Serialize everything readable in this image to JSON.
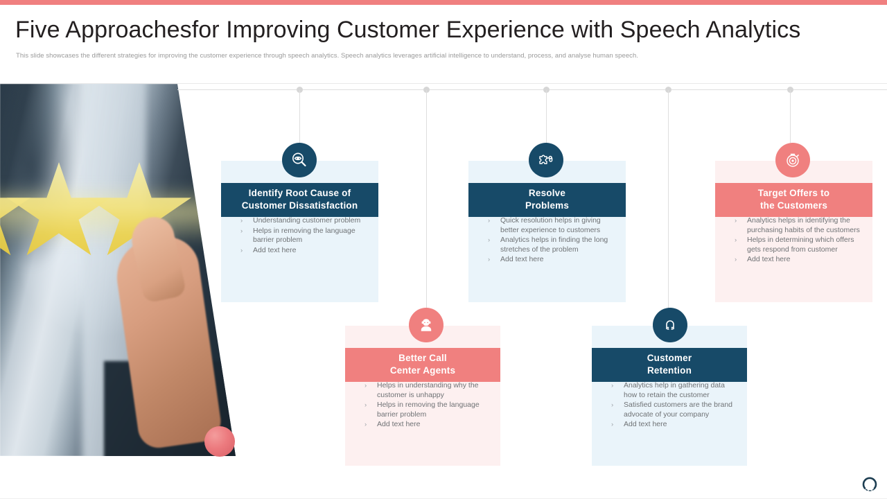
{
  "slide": {
    "title": "Five Approachesfor Improving Customer Experience with Speech Analytics",
    "subtitle": "This slide showcases the different strategies for improving the customer experience through speech analytics. Speech analytics  leverages artificial intelligence to understand, process, and analyse human speech.",
    "accent_pink": "#f08080",
    "accent_blue": "#174a68"
  },
  "photo": {
    "alt": "businessman-touching-five-stars-rating"
  },
  "cards": [
    {
      "id": "identify-root-cause",
      "title": "Identify Root Cause of\nCustomer Dissatisfaction",
      "title_line1": "Identify Root Cause of",
      "title_line2": "Customer Dissatisfaction",
      "theme": "blue",
      "icon": "magnifier-eye-icon",
      "bullets": [
        "Understanding customer problem",
        "Helps in removing  the language  barrier  problem",
        "Add text here"
      ]
    },
    {
      "id": "resolve-problems",
      "title": "Resolve\nProblems",
      "title_line1": "Resolve",
      "title_line2": "Problems",
      "theme": "blue",
      "icon": "puzzle-piece-icon",
      "bullets": [
        "Quick resolution helps in giving  better experience to customers",
        "Analytics helps in finding  the long  stretches of the problem",
        "Add text here"
      ]
    },
    {
      "id": "target-offers",
      "title": "Target Offers  to\nthe Customers",
      "title_line1": "Target Offers  to",
      "title_line2": "the Customers",
      "theme": "pink",
      "icon": "target-stopwatch-icon",
      "bullets": [
        "Analytics helps in identifying the purchasing habits of the customers",
        "Helps in determining which offers  gets respond from customer",
        "Add text here"
      ]
    },
    {
      "id": "better-call-center-agents",
      "title": "Better Call\nCenter Agents",
      "title_line1": "Better Call",
      "title_line2": "Center Agents",
      "theme": "pink",
      "icon": "agent-headset-icon",
      "bullets": [
        "Helps in understanding  why the customer is unhappy",
        "Helps in removing  the language  barrier  problem",
        "Add text here"
      ]
    },
    {
      "id": "customer-retention",
      "title": "Customer\nRetention",
      "title_line1": "Customer",
      "title_line2": "Retention",
      "theme": "blue",
      "icon": "magnet-icon",
      "bullets": [
        "Analytics help in gathering data how to retain the customer",
        "Satisfied customers are the brand  advocate  of your company",
        "Add text here"
      ]
    }
  ],
  "bullet_marker": "›",
  "footer": {
    "logo": "circular-ring-logo"
  }
}
